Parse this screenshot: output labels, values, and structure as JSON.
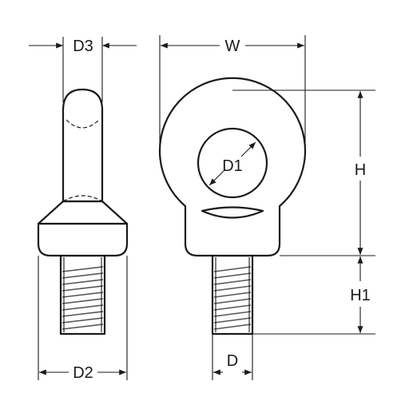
{
  "labels": {
    "d3": "D3",
    "w": "W",
    "d1": "D1",
    "h": "H",
    "h1": "H1",
    "d2": "D2",
    "d": "D"
  },
  "colors": {
    "line": "#1a1a1a",
    "background": "#ffffff",
    "thread": "#555555"
  }
}
